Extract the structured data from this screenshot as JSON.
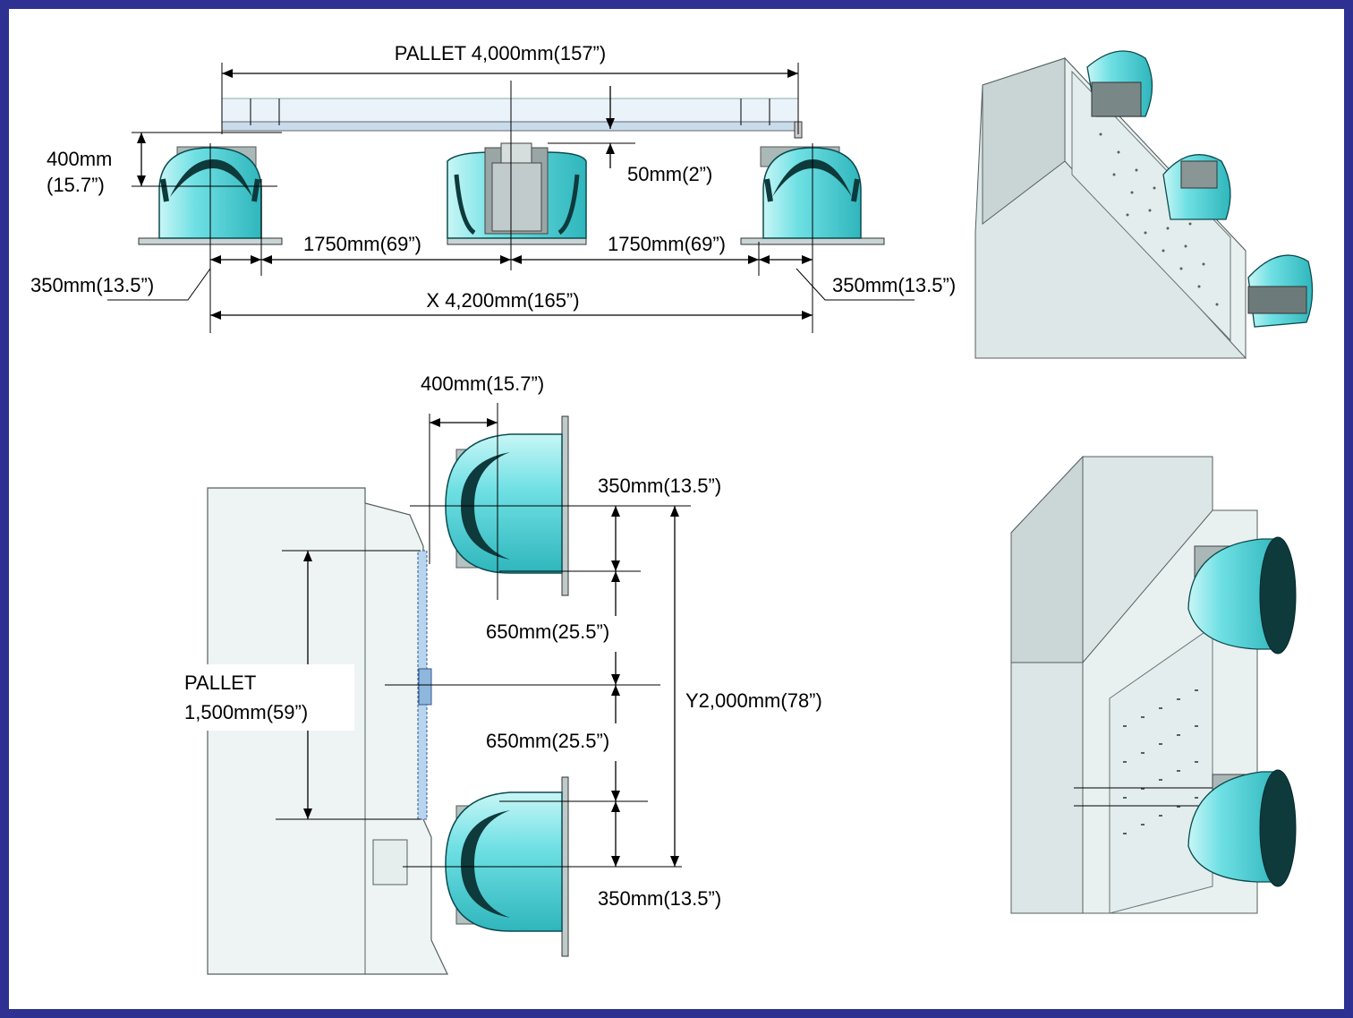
{
  "colors": {
    "frame": "#2e3192",
    "head_body": "#6fe0e4",
    "head_body_light": "#c8f6f6",
    "head_dark": "#0e3a3c",
    "machine_gray": "#d6e2e2",
    "machine_edge": "#55605f",
    "pallet_blue": "#b7d5ee"
  },
  "front_view": {
    "pallet_label": "PALLET 4,000mm(157”)",
    "height_label_line1": "400mm",
    "height_label_line2": "(15.7”)",
    "gap_label": "50mm(2”)",
    "left_span_label": "1750mm(69”)",
    "right_span_label": "1750mm(69”)",
    "left_offset_label": "350mm(13.5”)",
    "right_offset_label": "350mm(13.5”)",
    "x_travel_label": "X 4,200mm(165”)"
  },
  "side_view": {
    "depth_label": "400mm(15.7”)",
    "top_offset_label": "350mm(13.5”)",
    "upper_gap_label": "650mm(25.5”)",
    "lower_gap_label": "650mm(25.5”)",
    "bottom_offset_label": "350mm(13.5”)",
    "y_travel_label": "Y2,000mm(78”)",
    "pallet_label_line1": "PALLET",
    "pallet_label_line2": "1,500mm(59”)"
  }
}
